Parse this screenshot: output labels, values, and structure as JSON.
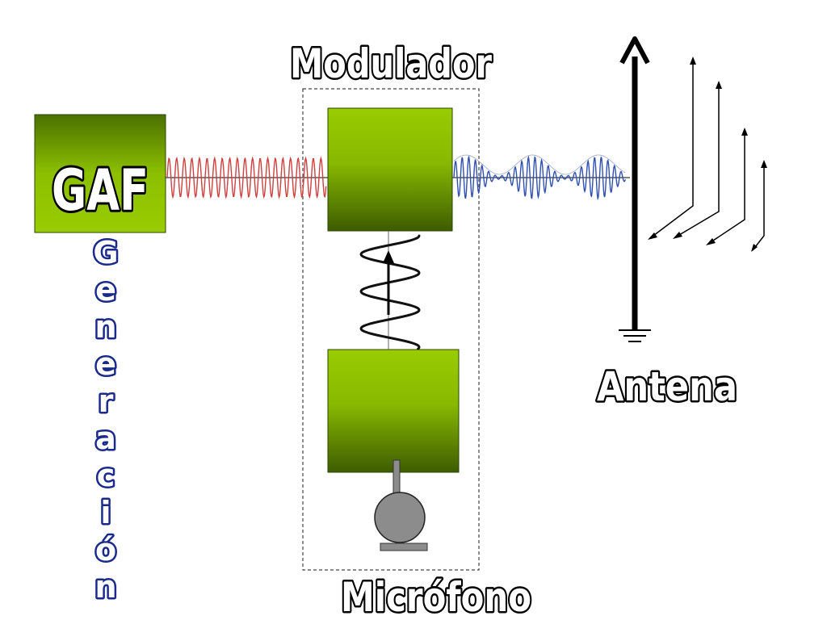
{
  "labels": {
    "modulator": "Modulador",
    "generator": "GAF",
    "generation_letters": [
      "G",
      "e",
      "n",
      "e",
      "r",
      "a",
      "c",
      "i",
      "ó",
      "n"
    ],
    "antenna": "Antena",
    "microphone": "Micrófono"
  },
  "colors": {
    "block_top": "#99cc00",
    "block_bottom": "#3d5c00",
    "carrier_wave": "#d04040",
    "modulated_wave": "#3050b0",
    "vertical_text_outline": "#1a2a8c",
    "microphone": "#8c8c8c"
  },
  "icons": {
    "microphone": "microphone-icon",
    "ground": "ground-icon",
    "antenna": "antenna-arrow-icon"
  }
}
